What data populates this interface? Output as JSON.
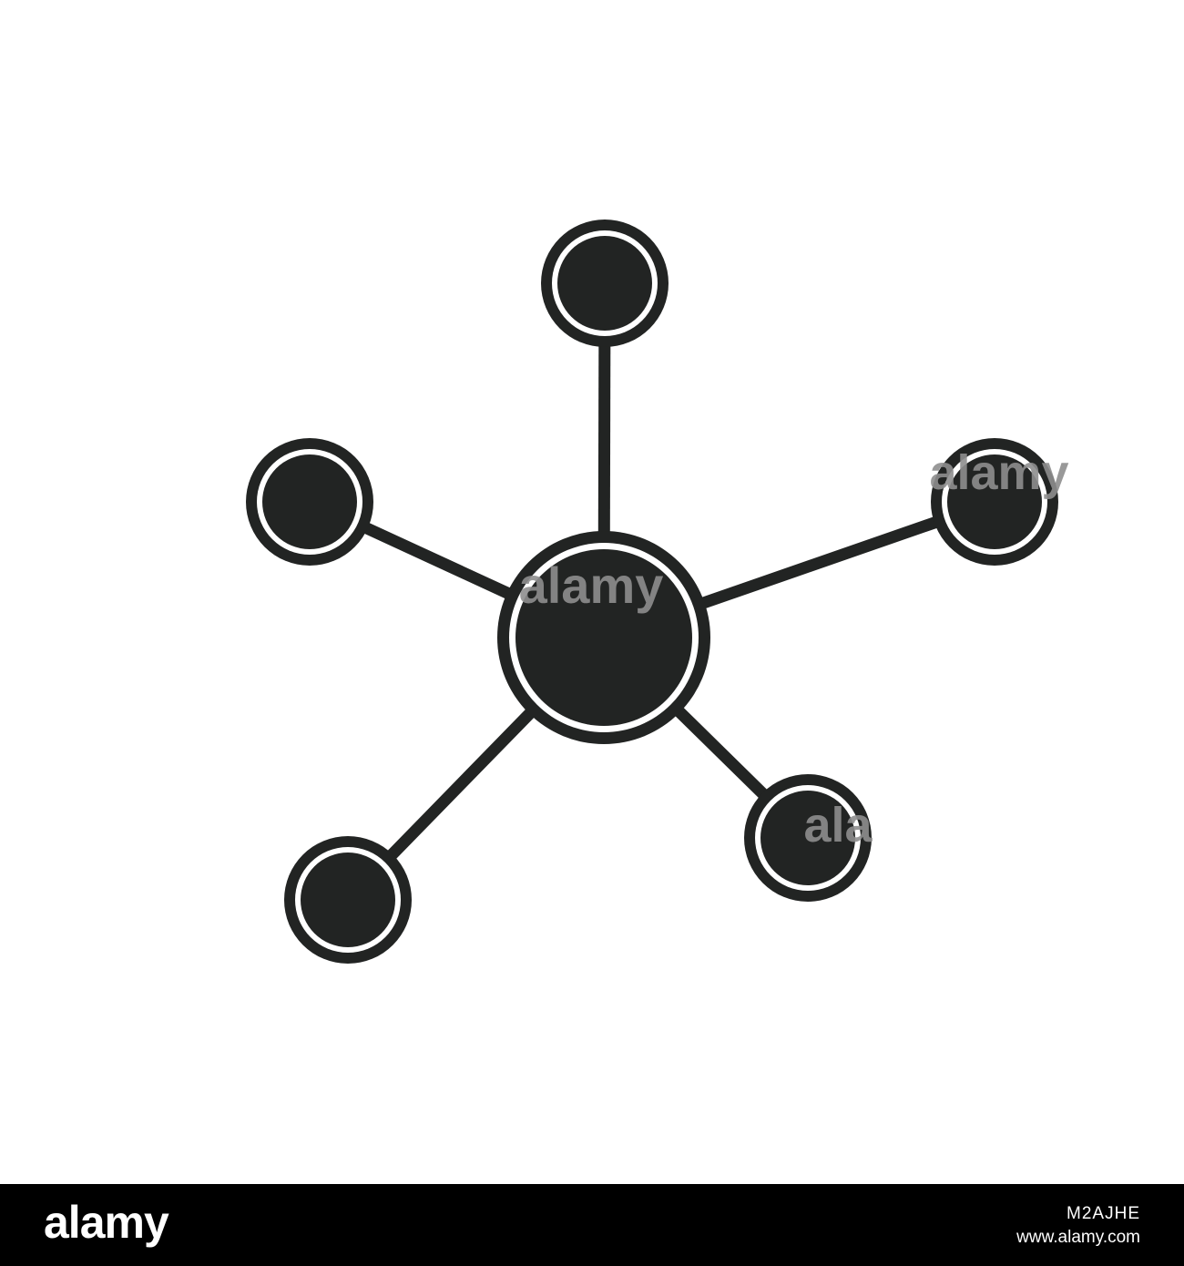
{
  "colors": {
    "node": "#222423",
    "background": "#ffffff",
    "footer": "#000000",
    "watermark": "#8e8e8e"
  },
  "icon": {
    "name": "network-hub-icon",
    "node_count": 6
  },
  "watermarks": [
    "alamy",
    "alamy",
    "ala"
  ],
  "footer": {
    "logo": "alamy",
    "image_id": "M2AJHE",
    "url": "www.alamy.com"
  }
}
